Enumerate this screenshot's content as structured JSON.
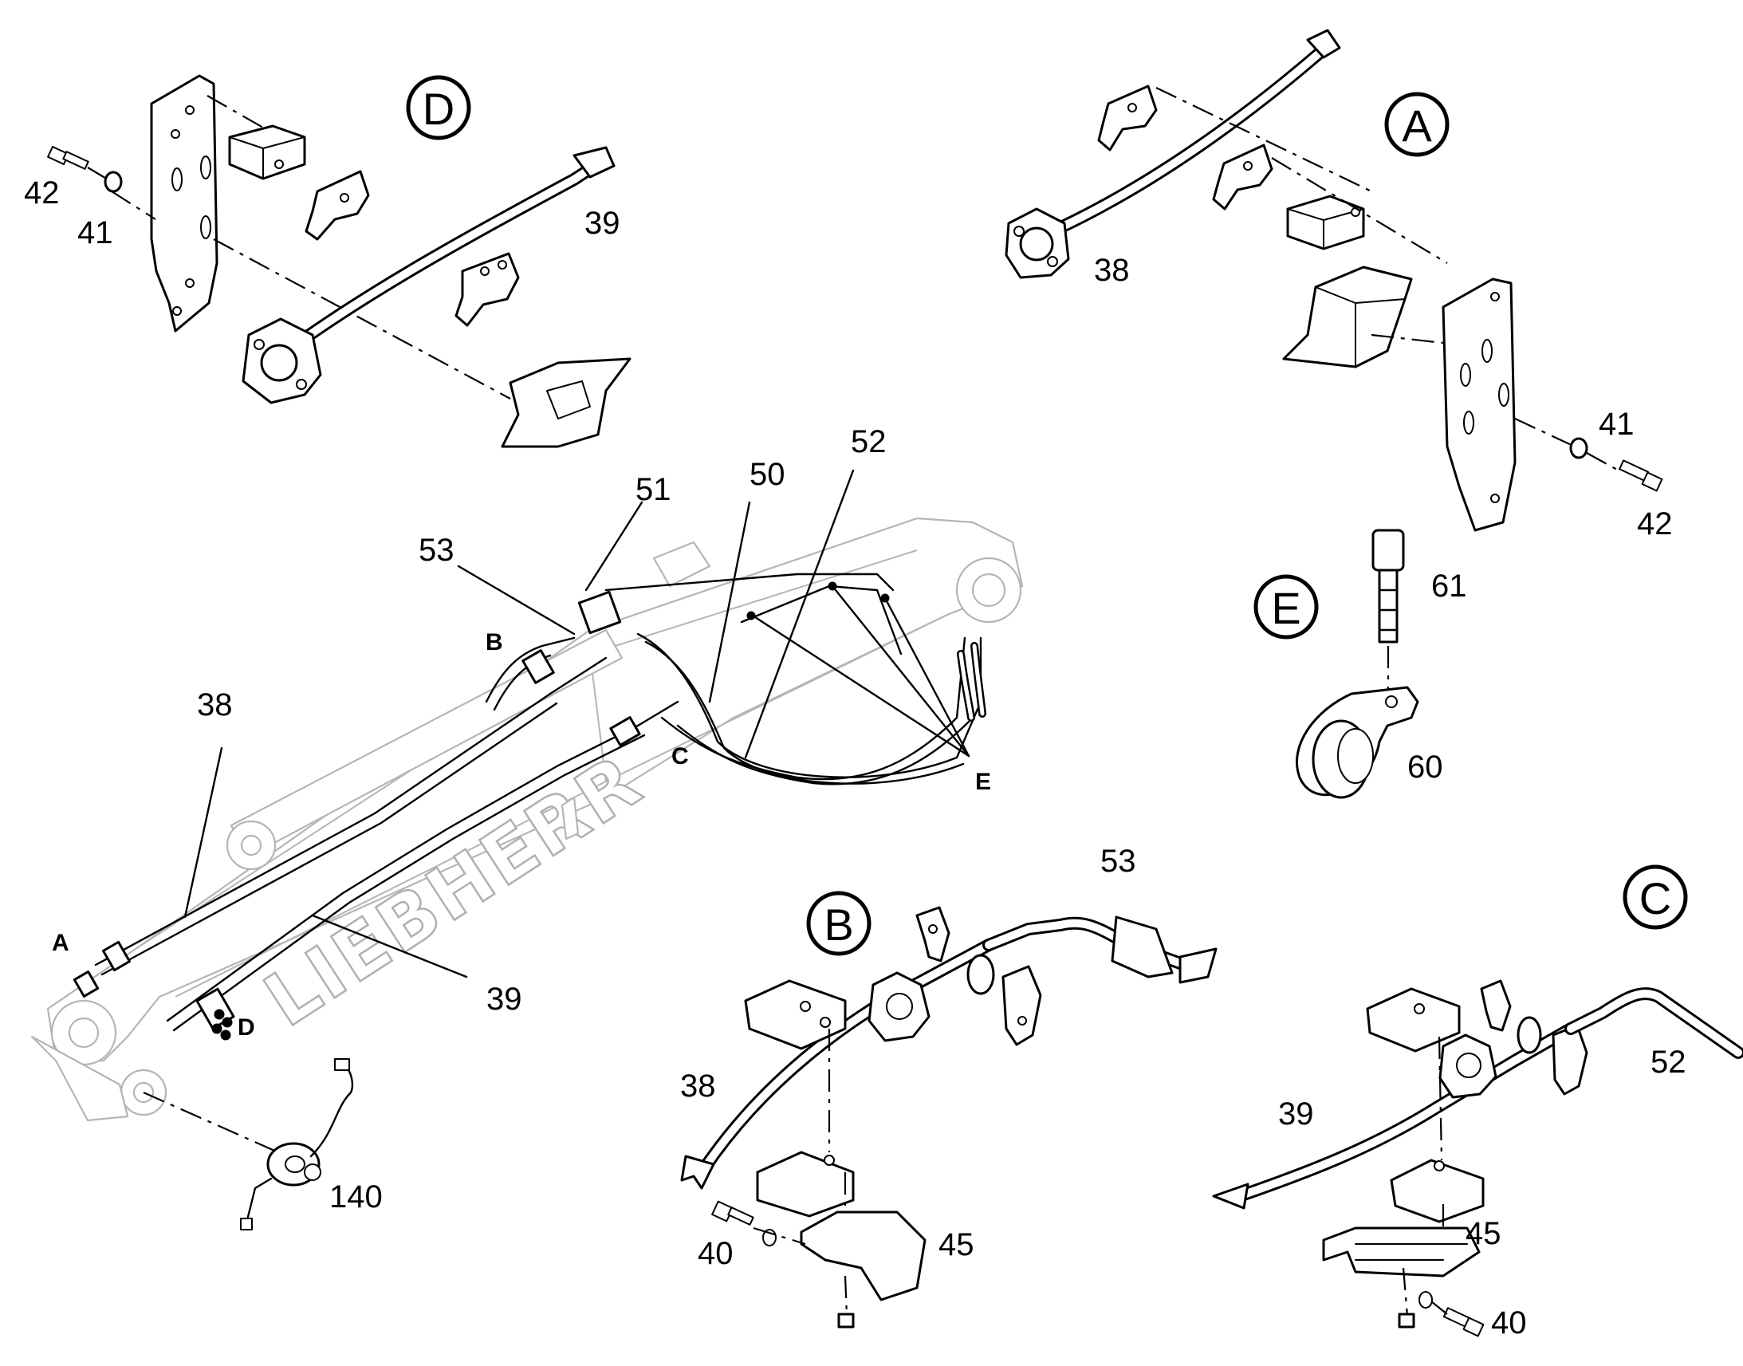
{
  "brand_text": "LIEBHERR",
  "view_labels": {
    "d": "D",
    "a": "A",
    "e": "E",
    "b": "B",
    "c": "C"
  },
  "boom_markers": {
    "a": "A",
    "b": "B",
    "c": "C",
    "d": "D",
    "e": "E"
  },
  "callouts": {
    "d_42": "42",
    "d_41": "41",
    "d_39": "39",
    "a_38": "38",
    "a_41": "41",
    "a_42": "42",
    "e_61": "61",
    "e_60": "60",
    "boom_51": "51",
    "boom_50": "50",
    "boom_52": "52",
    "boom_53": "53",
    "boom_38": "38",
    "boom_39": "39",
    "boom_140": "140",
    "b_53": "53",
    "b_38": "38",
    "b_40": "40",
    "b_45": "45",
    "c_39": "39",
    "c_52": "52",
    "c_45": "45",
    "c_40": "40"
  }
}
